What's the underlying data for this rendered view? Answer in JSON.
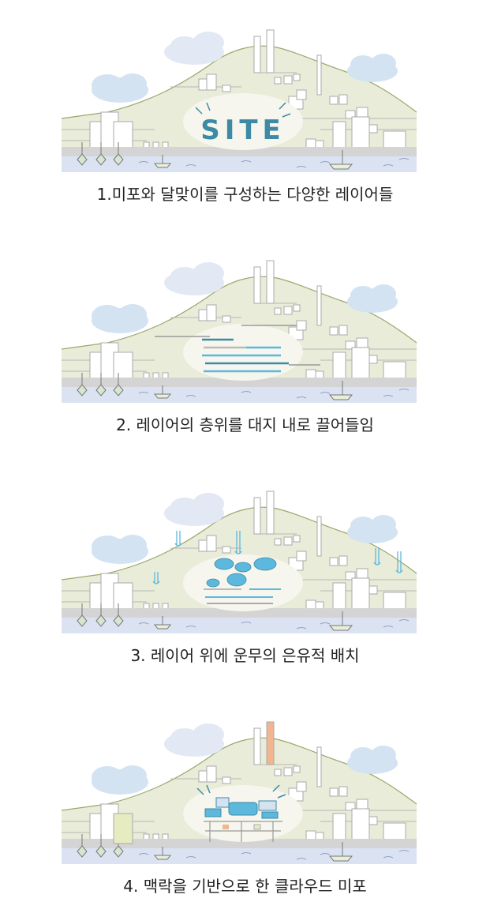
{
  "panels": [
    {
      "caption": "1.미포와 달맞이를 구성하는 다양한 레이어들",
      "site_label": "SITE"
    },
    {
      "caption": "2. 레이어의 층위를 대지 내로 끌어들임"
    },
    {
      "caption": "3. 레이어 위에 운무의 은유적 배치"
    },
    {
      "caption": "4. 맥락을 기반으로 한 클라우드 미포"
    }
  ],
  "colors": {
    "hill": "#e9ecd9",
    "hill_line": "#9aa86a",
    "cloud": "#d3e3f2",
    "water": "#dbe3f3",
    "road": "#d4d4d4",
    "site_glow": "#f6f6ee",
    "accent_teal": "#3d8aa5",
    "accent_blue": "#5cb8dd",
    "accent_orange": "#f1b68f",
    "accent_olive": "#e6ebc0"
  }
}
